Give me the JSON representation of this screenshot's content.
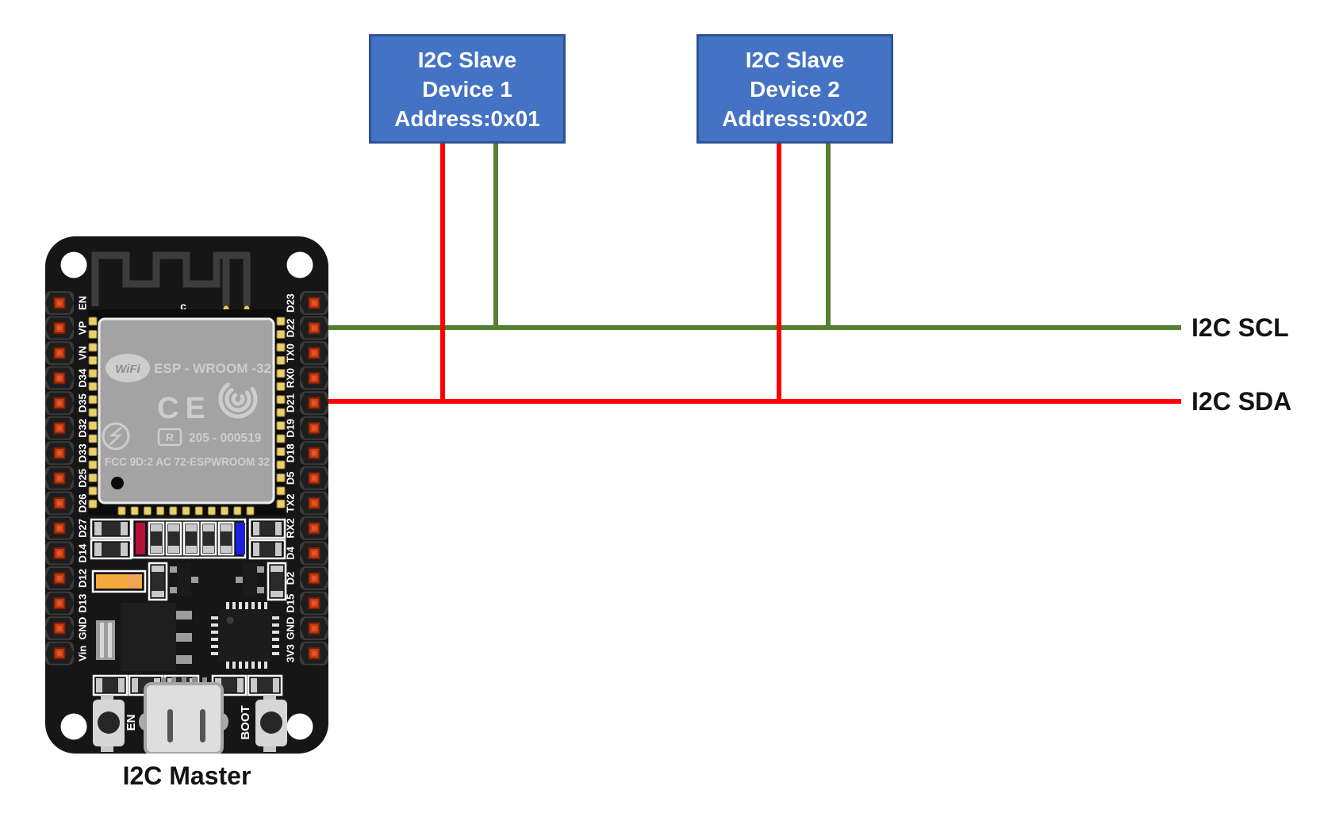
{
  "diagram": {
    "slaves": [
      {
        "line1": "I2C Slave",
        "line2": "Device 1",
        "line3": "Address:0x01"
      },
      {
        "line1": "I2C Slave",
        "line2": "Device 2",
        "line3": "Address:0x02"
      }
    ],
    "scl_label": "I2C SCL",
    "sda_label": "I2C SDA",
    "master_label": "I2C Master",
    "colors": {
      "scl_wire": "#567F33",
      "sda_wire": "#FF0000",
      "box_fill": "#4472C4",
      "box_border": "#2F5496"
    }
  },
  "board": {
    "antenna_label": "c",
    "left_pins": [
      "EN",
      "VP",
      "VN",
      "D34",
      "D35",
      "D32",
      "D33",
      "D25",
      "D26",
      "D27",
      "D14",
      "D12",
      "D13",
      "GND",
      "Vin"
    ],
    "right_pins": [
      "D23",
      "D22",
      "TX0",
      "RX0",
      "D21",
      "D19",
      "D18",
      "D5",
      "TX2",
      "RX2",
      "D4",
      "D2",
      "D15",
      "GND",
      "3V3"
    ],
    "shield": {
      "wifi_logo": "WiFi",
      "module_name": "ESP - WROOM -32",
      "ce_mark": "CE",
      "r_mark": "R",
      "reg_number": "205 - 000519",
      "fcc_line": "FCC 9D:2 AC 72-ESPWROOM  32"
    },
    "buttons": {
      "en": "EN",
      "boot": "BOOT"
    }
  }
}
